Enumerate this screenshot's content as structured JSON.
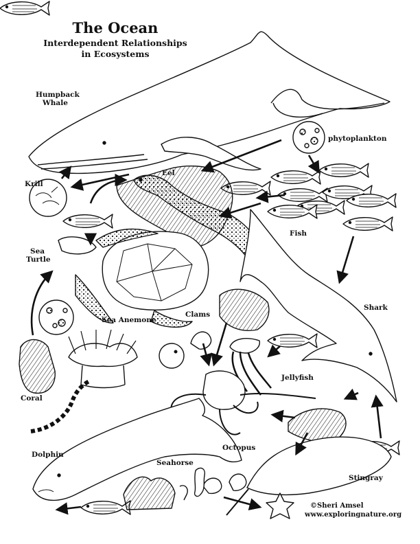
{
  "header": {
    "title": "The Ocean",
    "subtitle_line1": "Interdependent Relationships",
    "subtitle_line2": "in Ecosystems"
  },
  "labels": {
    "humpback_line1": "Humpback",
    "humpback_line2": "Whale",
    "phytoplankton": "phytoplankton",
    "krill": "Krill",
    "eel": "Eel",
    "fish": "Fish",
    "sea_turtle_line1": "Sea",
    "sea_turtle_line2": "Turtle",
    "sea_anemone": "Sea Anemone",
    "clams": "Clams",
    "shark": "Shark",
    "jellyfish": "Jellyfish",
    "coral": "Coral",
    "octopus": "Octopus",
    "dolphin": "Dolphin",
    "seahorse": "Seahorse",
    "stingray": "Stingray"
  },
  "credit": {
    "author": "©Sheri Amsel",
    "website": "www.exploringnature.org"
  },
  "style": {
    "ink": "#111111",
    "paper": "#ffffff"
  }
}
